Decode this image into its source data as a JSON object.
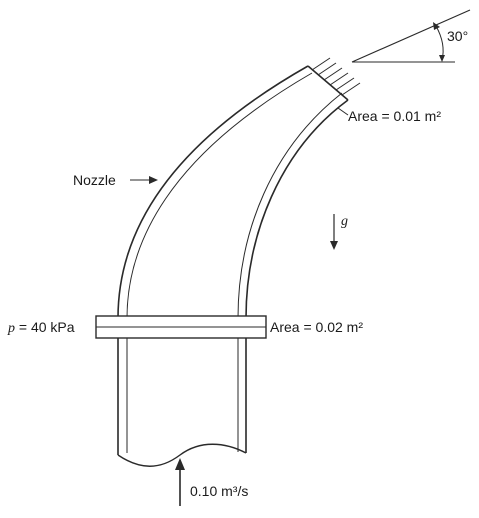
{
  "labels": {
    "angle": "30°",
    "exit_area": "Area = 0.01 m²",
    "nozzle": "Nozzle",
    "gravity": "g",
    "pressure_p": "p",
    "pressure_value": " = 40 kPa",
    "inlet_area": "Area = 0.02 m²",
    "flow_rate": "0.10 m³/s"
  }
}
